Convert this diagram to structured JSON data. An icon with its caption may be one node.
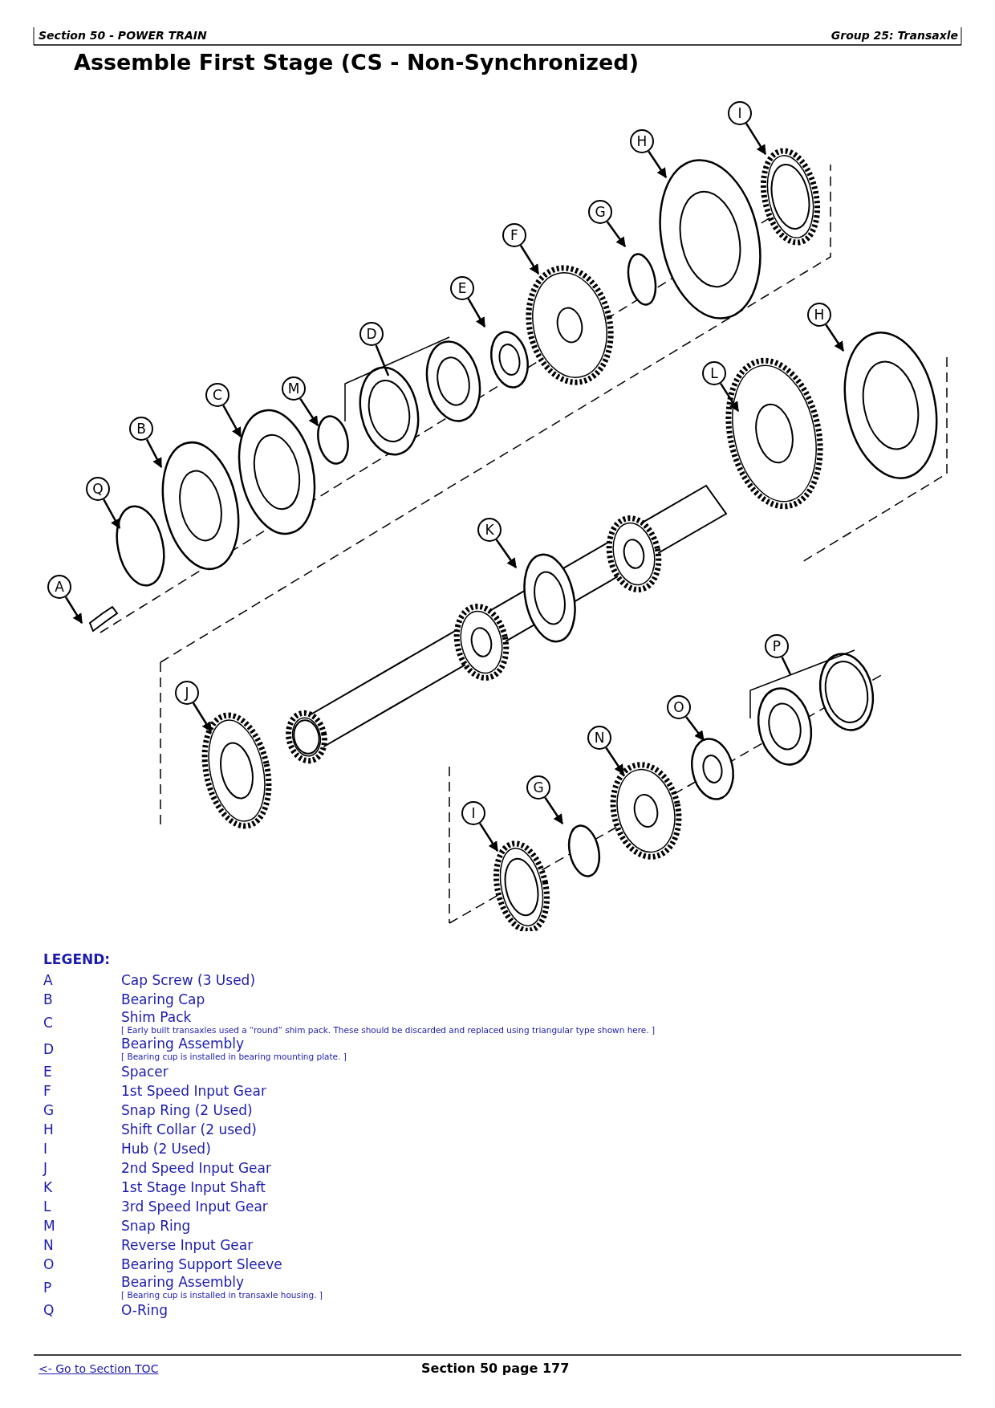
{
  "diagram": {
    "title": "Assemble First Stage (CS - Non-Synchronized)",
    "nodes": [
      {
        "text": [
          "I"
        ]
      },
      {
        "text": [
          "H"
        ]
      },
      {
        "text": [
          "G"
        ]
      },
      {
        "text": [
          "F"
        ]
      },
      {
        "text": [
          "E"
        ]
      },
      {
        "text": [
          "D"
        ]
      },
      {
        "text": [
          "M"
        ]
      },
      {
        "text": [
          "H"
        ]
      },
      {
        "text": [
          "C"
        ]
      },
      {
        "text": [
          "L"
        ]
      },
      {
        "text": [
          "B"
        ]
      },
      {
        "text": [
          "Q"
        ]
      },
      {
        "text": [
          "K"
        ]
      },
      {
        "text": [
          "A"
        ]
      },
      {
        "text": [
          "P"
        ]
      },
      {
        "text": [
          "J"
        ]
      },
      {
        "text": [
          "O"
        ]
      },
      {
        "text": [
          "N"
        ]
      },
      {
        "text": [
          "G"
        ]
      },
      {
        "text": [
          "I"
        ]
      }
    ],
    "edges": [
      {
        "from": 0,
        "to": null,
        "arrow": "to"
      },
      {
        "from": 1,
        "to": null,
        "arrow": "to"
      },
      {
        "from": 2,
        "to": null,
        "arrow": "to"
      },
      {
        "from": 3,
        "to": null,
        "arrow": "to"
      },
      {
        "from": 4,
        "to": null,
        "arrow": "to"
      },
      {
        "from": 5,
        "to": null,
        "arrow": "none"
      },
      {
        "from": 6,
        "to": null,
        "arrow": "to"
      },
      {
        "from": 7,
        "to": null,
        "arrow": "to"
      },
      {
        "from": 8,
        "to": null,
        "arrow": "to"
      },
      {
        "from": 9,
        "to": null,
        "arrow": "to"
      },
      {
        "from": 10,
        "to": null,
        "arrow": "to"
      },
      {
        "from": 11,
        "to": null,
        "arrow": "to"
      },
      {
        "from": 12,
        "to": null,
        "arrow": "to"
      },
      {
        "from": 13,
        "to": null,
        "arrow": "to"
      },
      {
        "from": 14,
        "to": null,
        "arrow": "none"
      },
      {
        "from": 15,
        "to": null,
        "arrow": "to"
      },
      {
        "from": 16,
        "to": null,
        "arrow": "to"
      },
      {
        "from": 17,
        "to": null,
        "arrow": "to"
      },
      {
        "from": 18,
        "to": null,
        "arrow": "to"
      },
      {
        "from": 19,
        "to": null,
        "arrow": "to"
      }
    ],
    "labels": [
      "Section 50 - POWER TRAIN",
      "Group 25: Transaxle",
      "LEGEND:",
      "A",
      "Cap Screw (3 Used)",
      "B",
      "Bearing Cap",
      "C",
      "Shim Pack",
      "[ Early built transaxles used a “round” shim pack. These should be discarded and replaced using triangular type shown here. ]",
      "D",
      "Bearing Assembly",
      "[ Bearing cup is installed in bearing mounting plate. ]",
      "E",
      "Spacer",
      "F",
      "1st Speed Input Gear",
      "G",
      "Snap Ring (2 Used)",
      "H",
      "Shift Collar (2 used)",
      "I",
      "Hub (2 Used)",
      "J",
      "2nd Speed Input Gear",
      "K",
      "1st Stage Input Shaft",
      "L",
      "3rd Speed Input Gear",
      "M",
      "Snap Ring",
      "N",
      "Reverse Input Gear",
      "O",
      "Bearing Support Sleeve",
      "P",
      "Bearing Assembly",
      "[ Bearing cup is installed in transaxle housing. ]",
      "Q",
      "O-Ring",
      "<- Go to Section TOC",
      "Section 50 page 177"
    ]
  }
}
